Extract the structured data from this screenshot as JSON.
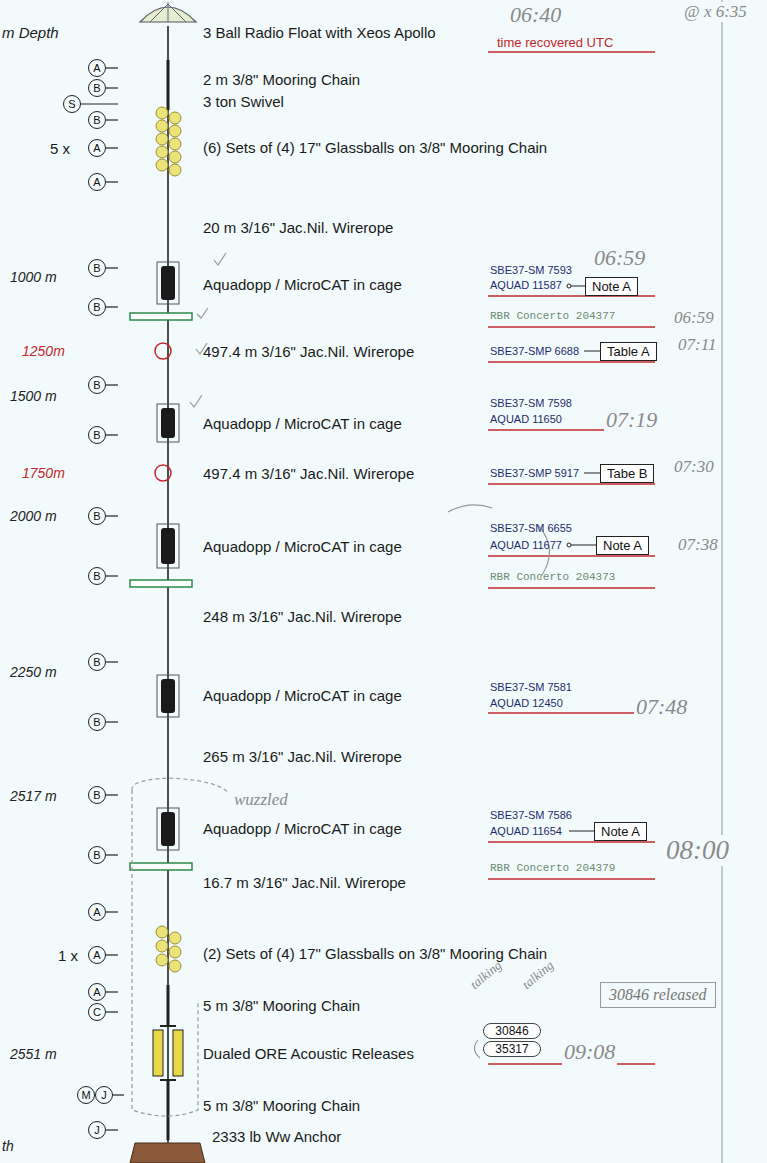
{
  "diagram": {
    "nodes": [
      {
        "text": [
          "A"
        ]
      },
      {
        "text": [
          "B"
        ]
      },
      {
        "text": [
          "S"
        ]
      },
      {
        "text": [
          "B"
        ]
      },
      {
        "text": [
          "A"
        ]
      },
      {
        "text": [
          "A"
        ]
      },
      {
        "text": [
          "B"
        ]
      },
      {
        "text": [
          "Note A"
        ]
      },
      {
        "text": [
          "B"
        ]
      },
      {
        "text": [
          "Table A"
        ]
      },
      {
        "text": [
          "B"
        ]
      },
      {
        "text": [
          "B"
        ]
      },
      {
        "text": [
          "Tabe B"
        ]
      },
      {
        "text": [
          "B"
        ]
      },
      {
        "text": [
          "Note A"
        ]
      },
      {
        "text": [
          "B"
        ]
      },
      {
        "text": [
          "B"
        ]
      },
      {
        "text": [
          "B"
        ]
      },
      {
        "text": [
          "B"
        ]
      },
      {
        "text": [
          "Note A"
        ]
      },
      {
        "text": [
          "B"
        ]
      },
      {
        "text": [
          "A"
        ]
      },
      {
        "text": [
          "A"
        ]
      },
      {
        "text": [
          "A"
        ]
      },
      {
        "text": [
          "C"
        ]
      },
      {
        "text": [
          "30846 released"
        ]
      },
      {
        "text": [
          "30846"
        ]
      },
      {
        "text": [
          "35317"
        ]
      },
      {
        "text": [
          "M"
        ]
      },
      {
        "text": [
          "J"
        ]
      },
      {
        "text": [
          "J"
        ]
      }
    ],
    "labels": [
      "m Depth",
      "3 Ball Radio Float with Xeos Apollo",
      "06:40",
      "time recovered UTC",
      "@ x 6:35",
      "2 m 3/8\" Mooring Chain",
      "3 ton Swivel",
      "5 x",
      "(6) Sets of (4) 17\" Glassballs on 3/8\" Mooring Chain",
      "20 m 3/16\" Jac.Nil. Wirerope",
      "1000 m",
      "Aquadopp / MicroCAT in cage",
      "SBE37-SM 7593",
      "AQUAD 11587",
      "06:59",
      "RBR Concerto 204377",
      "06:59",
      "1250m",
      "497.4 m 3/16\" Jac.Nil. Wirerope",
      "SBE37-SMP 6688",
      "07:11",
      "1500 m",
      "Aquadopp / MicroCAT in cage",
      "SBE37-SM 7598",
      "AQUAD 11650",
      "07:19",
      "1750m",
      "497.4 m 3/16\" Jac.Nil. Wirerope",
      "SBE37-SMP 5917",
      "07:30",
      "2000 m",
      "Aquadopp / MicroCAT in cage",
      "SBE37-SM 6655",
      "AQUAD 11677",
      "RBR Concerto 204373",
      "07:38",
      "248 m 3/16\" Jac.Nil. Wirerope",
      "2250 m",
      "Aquadopp / MicroCAT in cage",
      "SBE37-SM 7581",
      "AQUAD 12450",
      "07:48",
      "265 m 3/16\" Jac.Nil. Wirerope",
      "2517 m",
      "wuzzled",
      "Aquadopp / MicroCAT in cage",
      "SBE37-SM 7586",
      "AQUAD 11654",
      "RBR Concerto 204379",
      "08:00",
      "16.7 m 3/16\" Jac.Nil. Wirerope",
      "1 x",
      "(2) Sets of (4) 17\" Glassballs on 3/8\" Mooring Chain",
      "5 m 3/8\" Mooring Chain",
      "talking",
      "talking",
      "2551 m",
      "Dualed ORE Acoustic Releases",
      "09:08",
      "5 m 3/8\" Mooring Chain",
      "2333 lb Ww Anchor",
      "th"
    ]
  }
}
